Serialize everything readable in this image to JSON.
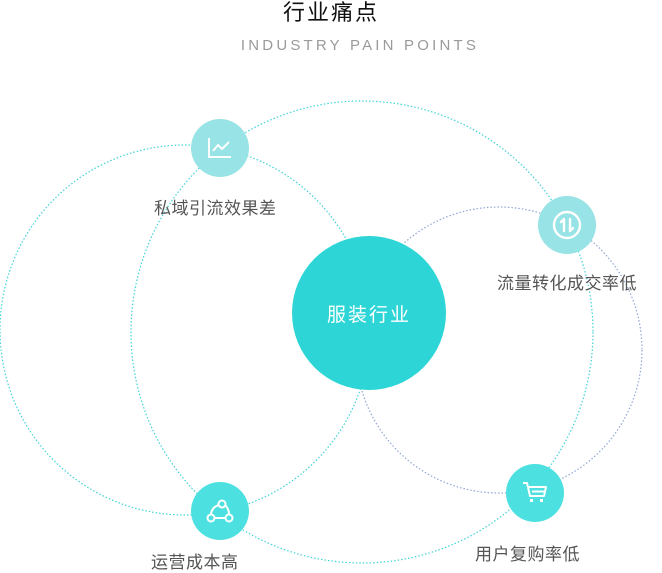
{
  "header": {
    "title": "行业痛点",
    "subtitle": "INDUSTRY PAIN POINTS"
  },
  "hub": {
    "label": "服装行业",
    "color": "#2ED5D6"
  },
  "pain_points": [
    {
      "label": "私域引流效果差",
      "icon": "line-chart-icon",
      "color": "#98E3E5"
    },
    {
      "label": "流量转化成交率低",
      "icon": "exchange-arrows-icon",
      "color": "#98E3E5"
    },
    {
      "label": "用户复购率低",
      "icon": "shopping-cart-icon",
      "color": "#4DE0E0"
    },
    {
      "label": "运营成本高",
      "icon": "cycle-nodes-icon",
      "color": "#4DE0E0"
    }
  ],
  "colors": {
    "orbit_cyan": "#3FD3D8",
    "orbit_blue": "#8FA6D6",
    "label_text": "#555555"
  }
}
